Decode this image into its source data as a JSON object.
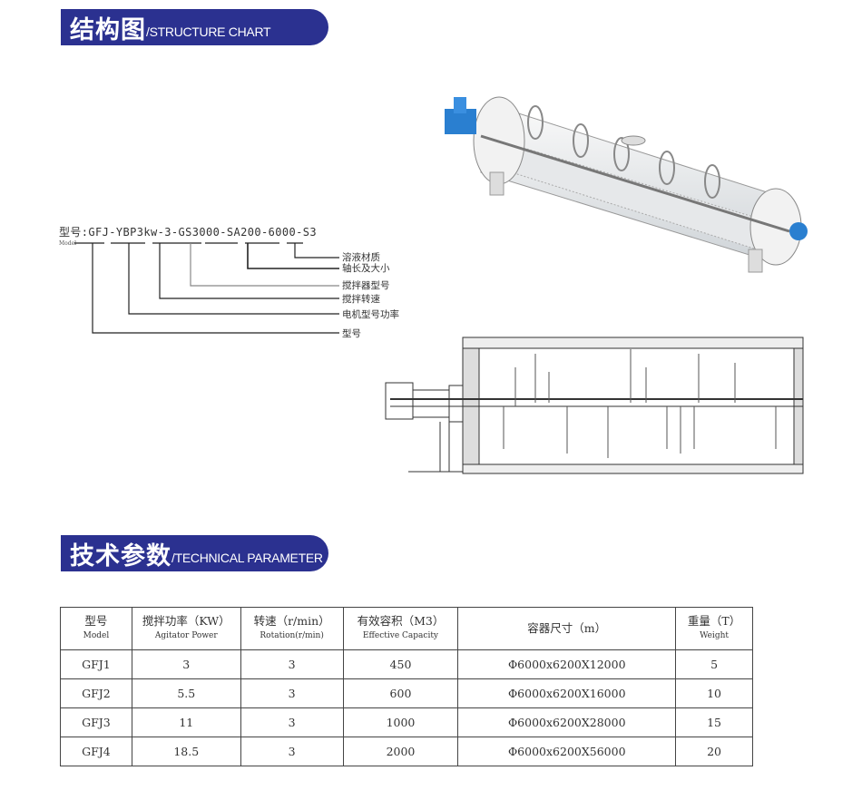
{
  "structure": {
    "title_cn": "结构图",
    "title_en": "/STRUCTURE CHART"
  },
  "model_code": {
    "text": "型号:GFJ-YBP3kw-3-GS3000-SA200-6000-S3",
    "sub": "Model",
    "labels": [
      "溶液材质",
      "轴长及大小",
      "搅拌器型号",
      "搅拌转速",
      "电机型号功率",
      "型号"
    ]
  },
  "technical": {
    "title_cn": "技术参数",
    "title_en": "/TECHNICAL PARAMETER"
  },
  "table": {
    "headers": [
      {
        "cn": "型号",
        "en": "Model"
      },
      {
        "cn": "搅拌功率（KW）",
        "en": "Agitator Power"
      },
      {
        "cn": "转速（r/min）",
        "en": "Rotation(r/min)"
      },
      {
        "cn": "有效容积（M3）",
        "en": "Effective Capacity"
      },
      {
        "cn": "容器尺寸（m）",
        "en": ""
      },
      {
        "cn": "重量（T）",
        "en": "Weight"
      }
    ],
    "rows": [
      [
        "GFJ1",
        "3",
        "3",
        "450",
        "Φ6000x6200X12000",
        "5"
      ],
      [
        "GFJ2",
        "5.5",
        "3",
        "600",
        "Φ6000x6200X16000",
        "10"
      ],
      [
        "GFJ3",
        "11",
        "3",
        "1000",
        "Φ6000x6200X28000",
        "15"
      ],
      [
        "GFJ4",
        "18.5",
        "3",
        "2000",
        "Φ6000x6200X56000",
        "20"
      ]
    ]
  }
}
